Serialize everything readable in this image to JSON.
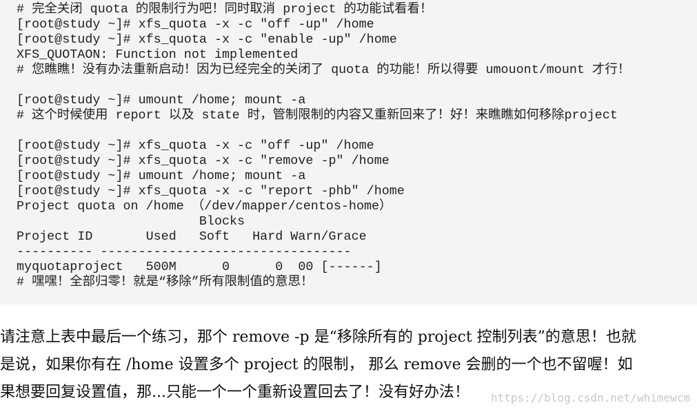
{
  "code_block": {
    "lines": [
      {
        "text": "# 完全关闭 quota 的限制行为吧！同时取消 project 的功能试看看！",
        "kind": "comment"
      },
      {
        "text": "[root@study ~]# xfs_quota -x -c \"off -up\" /home",
        "kind": "command"
      },
      {
        "text": "[root@study ~]# xfs_quota -x -c \"enable -up\" /home",
        "kind": "command"
      },
      {
        "text": "XFS_QUOTAON: Function not implemented",
        "kind": "output"
      },
      {
        "text": "# 您瞧瞧！没有办法重新启动！因为已经完全的关闭了 quota 的功能！所以得要 umouont/mount 才行！",
        "kind": "comment"
      },
      {
        "text": "",
        "kind": "blank"
      },
      {
        "text": "[root@study ~]# umount /home; mount -a",
        "kind": "command"
      },
      {
        "text": "# 这个时候使用 report 以及 state 时，管制限制的内容又重新回来了！好！来瞧瞧如何移除project",
        "kind": "comment"
      },
      {
        "text": "",
        "kind": "blank"
      },
      {
        "text": "[root@study ~]# xfs_quota -x -c \"off -up\" /home",
        "kind": "command"
      },
      {
        "text": "[root@study ~]# xfs_quota -x -c \"remove -p\" /home",
        "kind": "command"
      },
      {
        "text": "[root@study ~]# umount /home; mount -a",
        "kind": "command"
      },
      {
        "text": "[root@study ~]# xfs_quota -x -c \"report -phb\" /home",
        "kind": "command"
      },
      {
        "text": "Project quota on /home （/dev/mapper/centos-home）",
        "kind": "output"
      },
      {
        "text": "                        Blocks",
        "kind": "output"
      },
      {
        "text": "Project ID       Used   Soft   Hard Warn/Grace",
        "kind": "output"
      },
      {
        "text": "---------- ---------------------------------",
        "kind": "output"
      },
      {
        "text": "myquotaproject   500M      0      0  00 [------]",
        "kind": "output"
      },
      {
        "text": "# 嘿嘿！全部归零！就是“移除”所有限制值的意思！",
        "kind": "comment"
      }
    ]
  },
  "prose": {
    "lines": [
      "请注意上表中最后一个练习，那个 remove -p 是“移除所有的 project 控制列表”的意思！也就",
      "是说，如果你有在 /home 设置多个 project 的限制， 那么 remove 会删的一个也不留喔！如",
      "果想要回复设置值，那...只能一个一个重新设置回去了！没有好办法！"
    ]
  },
  "watermark": "https://blog.csdn.net/whimewcm"
}
